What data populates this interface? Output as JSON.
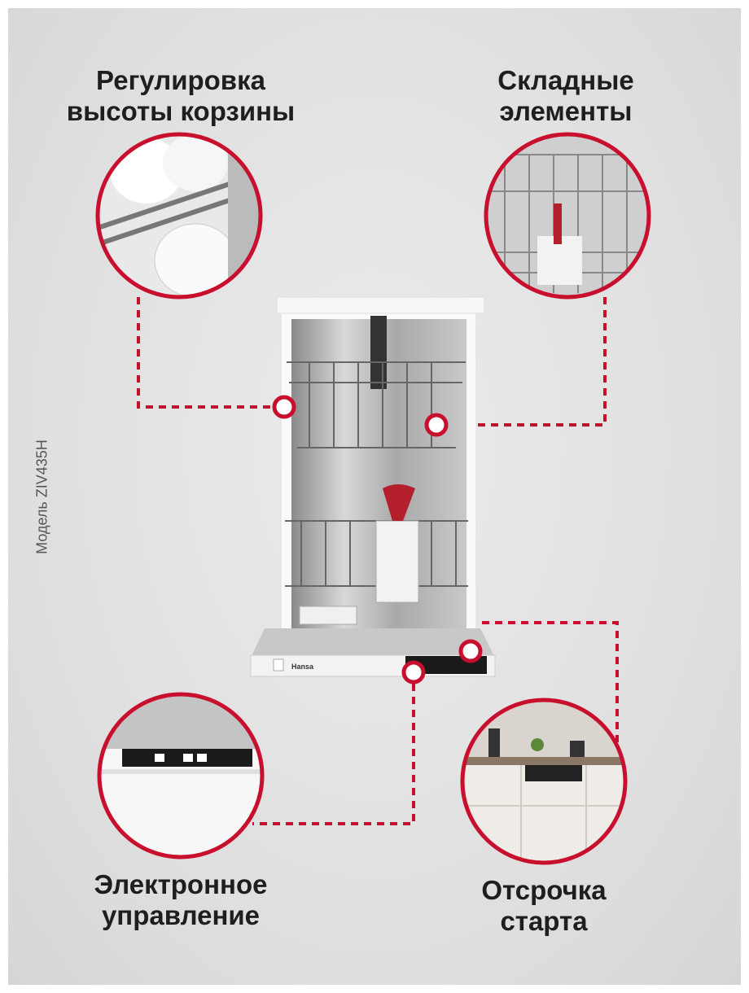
{
  "features": [
    {
      "label_line1": "Регулировка",
      "label_line2": "высоты корзины",
      "icon": "basket-height-photo"
    },
    {
      "label_line1": "Складные",
      "label_line2": "элементы",
      "icon": "folding-elements-photo"
    },
    {
      "label_line1": "Электронное",
      "label_line2": "управление",
      "icon": "control-panel-photo"
    },
    {
      "label_line1": "Отсрочка",
      "label_line2": "старта",
      "icon": "kitchen-photo"
    }
  ],
  "model_label": "Модель ZIV435H",
  "brand": "Hansa",
  "colors": {
    "accent": "#c8102e",
    "text": "#1e1e1e",
    "background": "#e2e2e2"
  }
}
